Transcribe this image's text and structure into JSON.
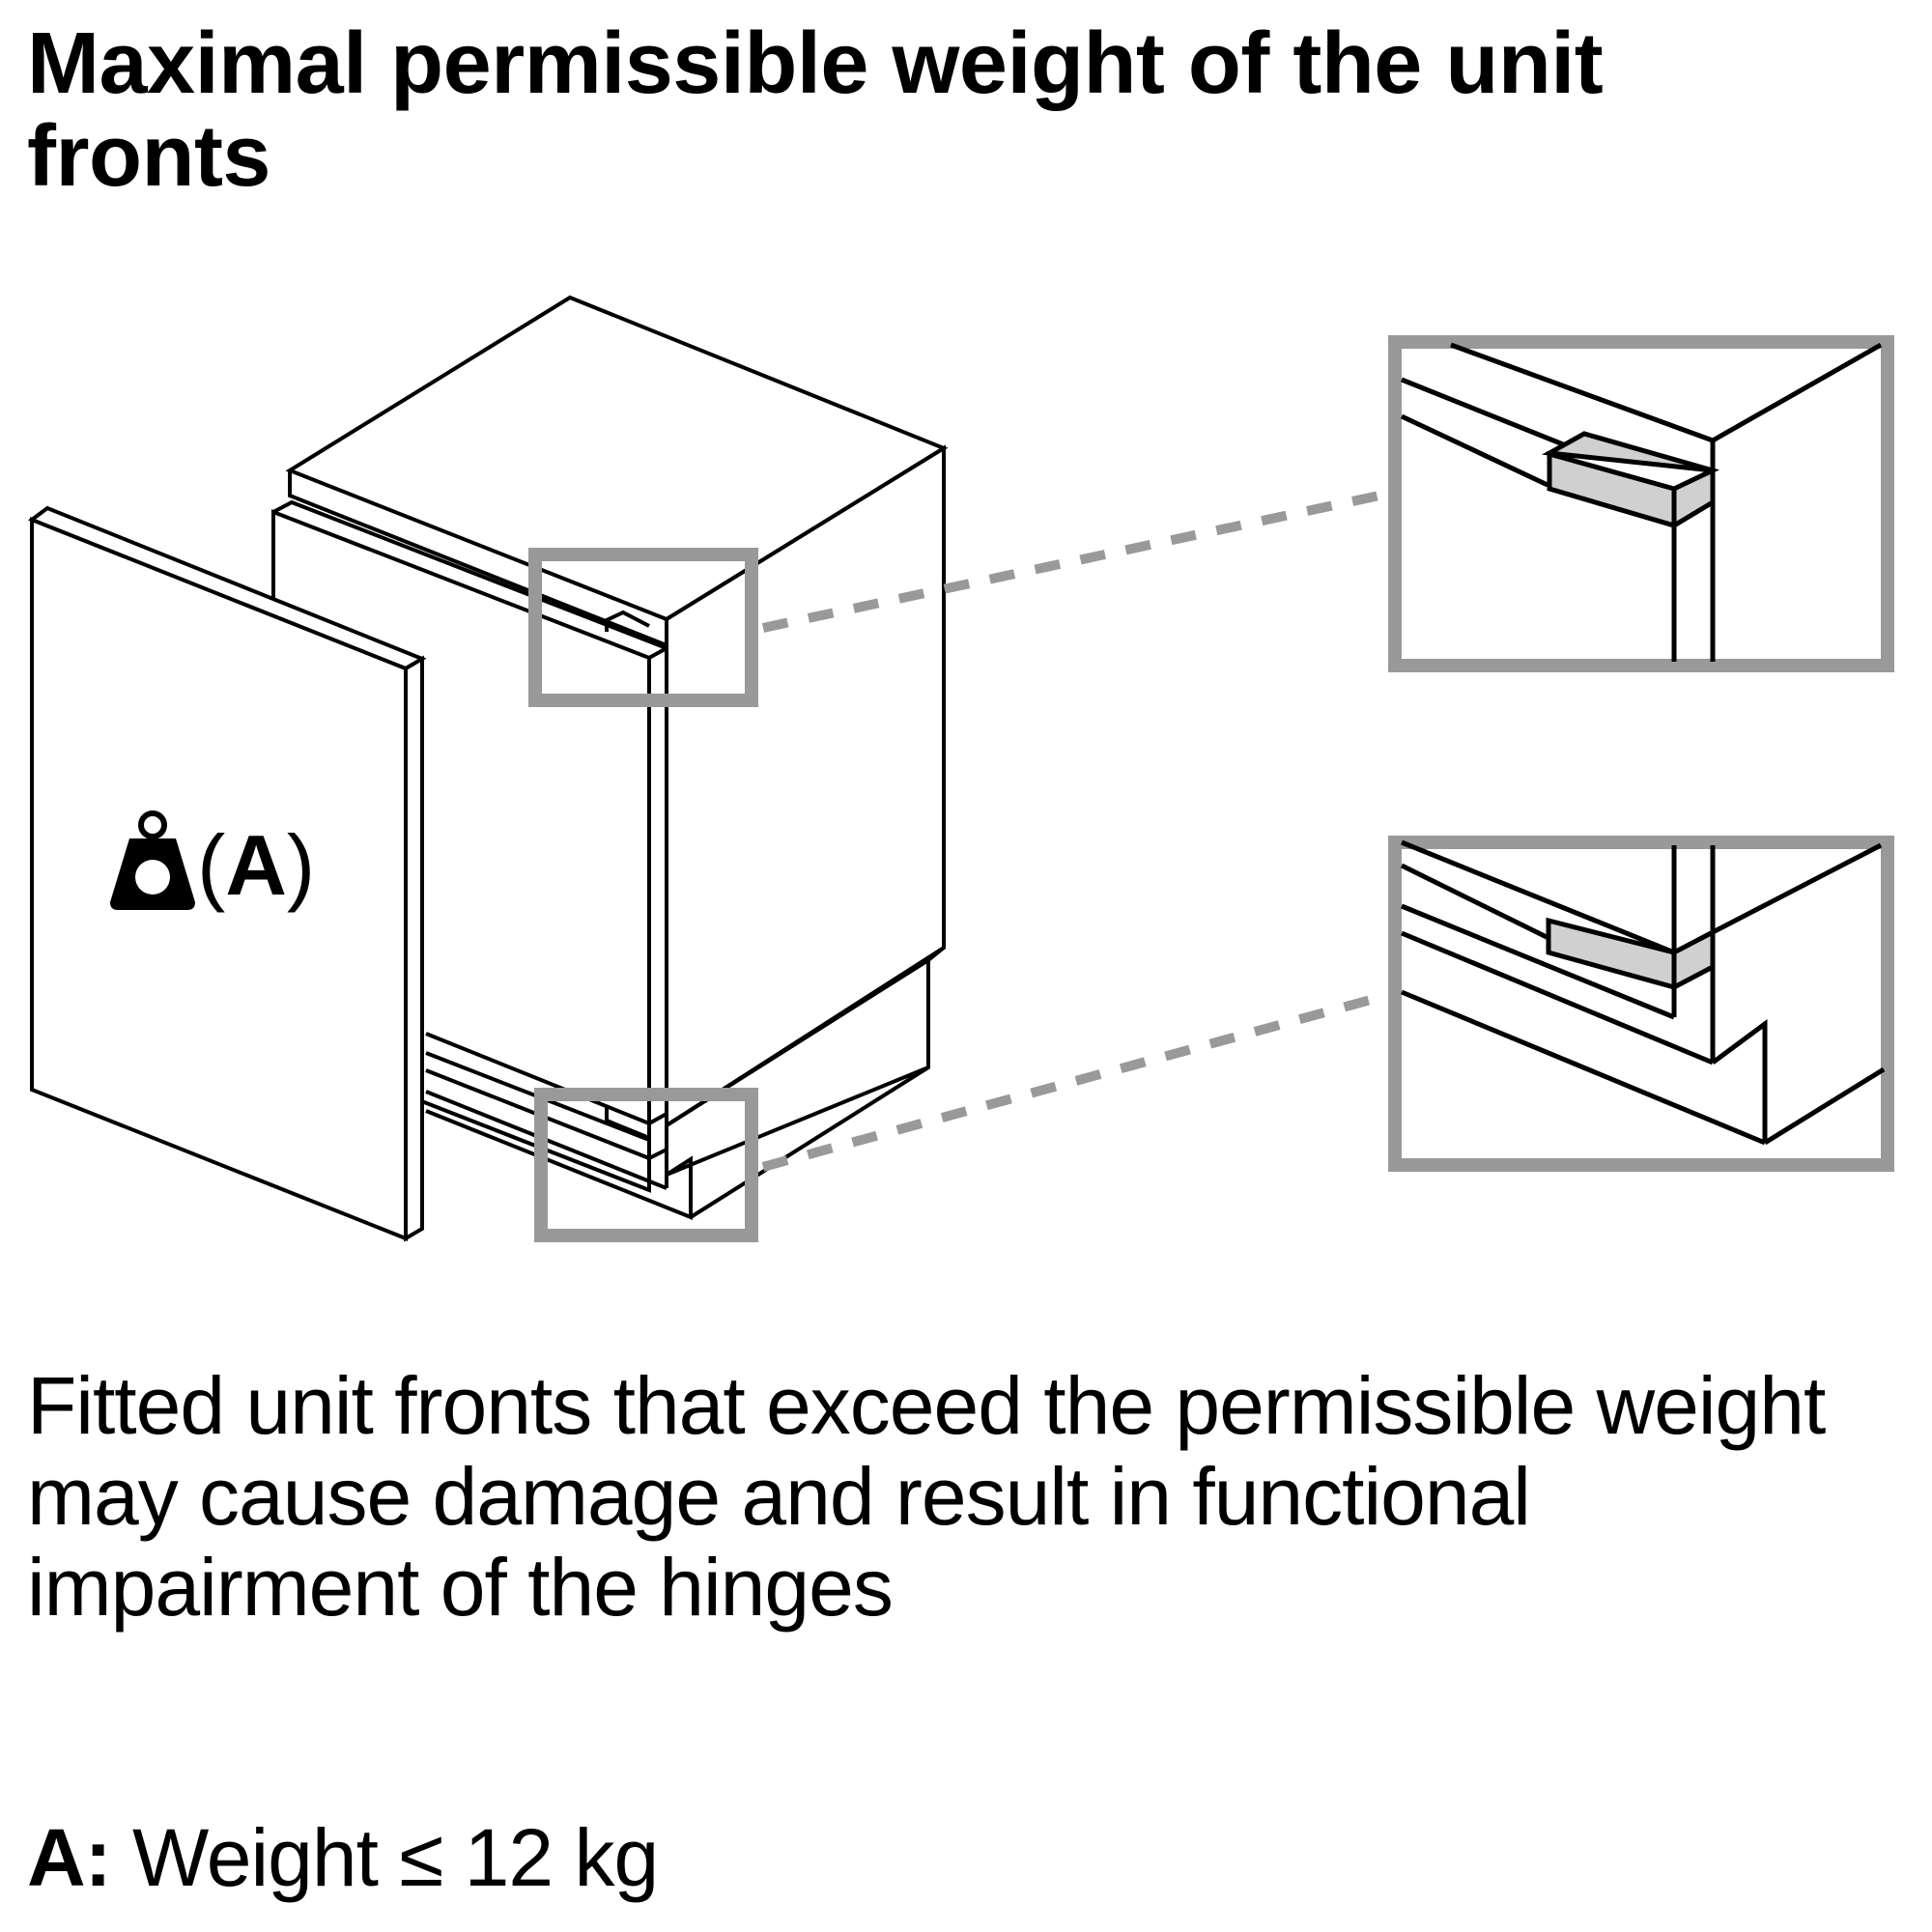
{
  "title": "Maximal permissible weight of the unit fronts",
  "diagram": {
    "door_label": {
      "icon": "weight-icon",
      "open_paren": "(",
      "letter": "A",
      "close_paren": ")"
    },
    "detail_callouts": [
      {
        "position": "top",
        "description": "hinge detail at top corner"
      },
      {
        "position": "bottom",
        "description": "hinge detail at bottom corner"
      }
    ],
    "colors": {
      "line": "#000000",
      "callout_frame": "#999999",
      "hinge_fill": "#d0d0d0"
    }
  },
  "description": "Fitted unit fronts that exceed the permissible weight may cause damage and result in functional impairment of the hinges",
  "legend": {
    "key": "A:",
    "text": "Weight ≤ 12 kg"
  }
}
